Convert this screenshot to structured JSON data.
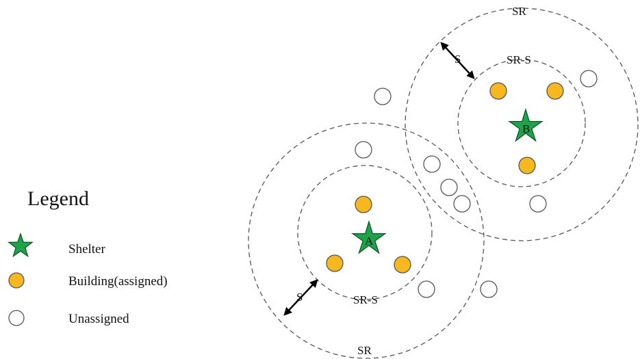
{
  "legend": {
    "title": "Legend",
    "items": [
      {
        "label": "Shelter",
        "icon": "star-icon",
        "color": "#1FA34A"
      },
      {
        "label": "Building(assigned)",
        "icon": "filled-circle-icon",
        "color": "#F6B81E"
      },
      {
        "label": "Unassigned",
        "icon": "empty-circle-icon",
        "color": "#FFFFFF"
      }
    ]
  },
  "shelters": [
    {
      "label": "A",
      "outer_label": "SR",
      "inner_label": "SR-S",
      "distance_label": "S"
    },
    {
      "label": "B",
      "outer_label": "SR",
      "inner_label": "SR-S",
      "distance_label": "S"
    }
  ]
}
